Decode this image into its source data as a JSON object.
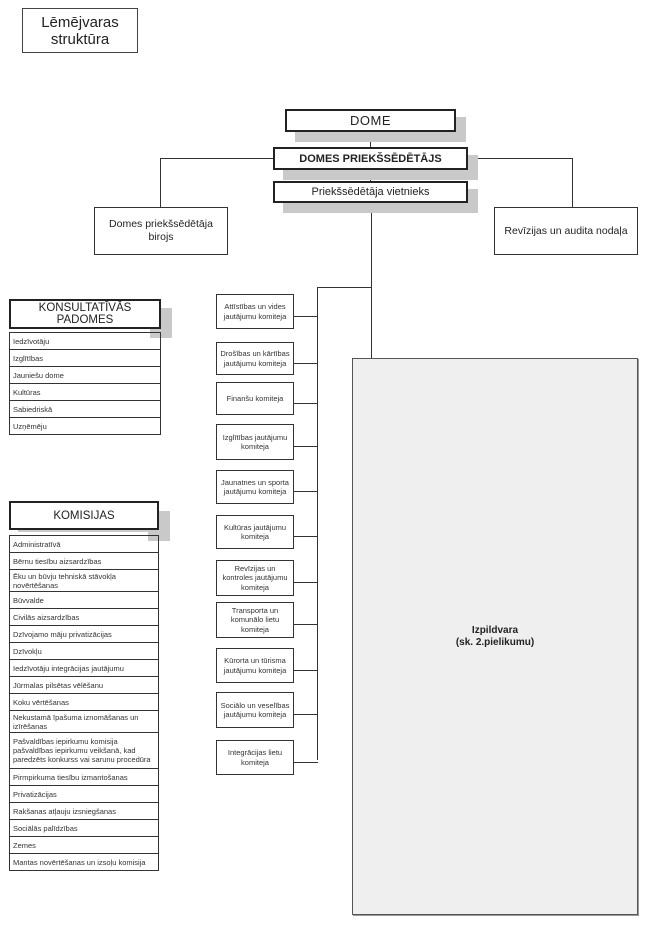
{
  "title": {
    "line1": "Lēmējvaras",
    "line2": "struktūra"
  },
  "top": {
    "dome": "DOME",
    "chair": "DOMES PRIEKŠSĒDĒTĀJS",
    "vice": "Priekšsēdētāja vietnieks"
  },
  "side_units": {
    "bureau_line1": "Domes priekšsēdētāja",
    "bureau_line2": "birojs",
    "audit": "Revīzijas un audita nodaļa"
  },
  "konsultativas": {
    "header": "KONSULTATĪVĀS PADOMES",
    "items": [
      "Iedzīvotāju",
      "Izglītības",
      "Jauniešu dome",
      "Kultūras",
      "Sabiedriskā",
      "Uzņēmēju"
    ]
  },
  "komisijas": {
    "header": "KOMISIJAS",
    "items": [
      "Administratīvā",
      "Bērnu tiesību aizsardzības",
      "Ēku un būvju tehniskā stāvokļa novērtēšanas",
      "Būvvalde",
      "Civilās aizsardzības",
      "Dzīvojamo māju privatizācijas",
      "Dzīvokļu",
      "Iedzīvotāju integrācijas jautājumu",
      "Jūrmalas pilsētas vēlēšanu",
      "Koku vērtēšanas",
      "Nekustamā īpašuma iznomāšanas un izīrēšanas",
      "Pašvaldības iepirkumu komisija pašvaldības iepirkumu veikšanā, kad paredzēts konkurss vai sarunu procedūra",
      "Pirmpirkuma tiesību izmantošanas",
      "Privatizācijas",
      "Rakšanas atļauju izsniegšanas",
      "Sociālās palīdzības",
      "Zemes",
      "Mantas novērtēšanas un izsoļu komisija"
    ]
  },
  "komitejas": [
    "Attīstības un vides jautājumu komiteja",
    "Drošības un kārtības jautājumu komiteja",
    "Finanšu komiteja",
    "Izglītības jautājumu komiteja",
    "Jaunatnes un sporta jautājumu komiteja",
    "Kultūras jautājumu komiteja",
    "Revīzijas un kontroles jautājumu komiteja",
    "Transporta un komunālo lietu komiteja",
    "Kūrorta un tūrisma jautājumu komiteja",
    "Sociālo un veselības jautājumu komiteja",
    "Integrācijas lietu komiteja"
  ],
  "izpildvara": {
    "line1": "Izpildvara",
    "line2": "(sk. 2.pielikumu)"
  },
  "colors": {
    "line": "#333333",
    "shadow": "#c9c9c9",
    "exec_fill": "#efefef"
  }
}
